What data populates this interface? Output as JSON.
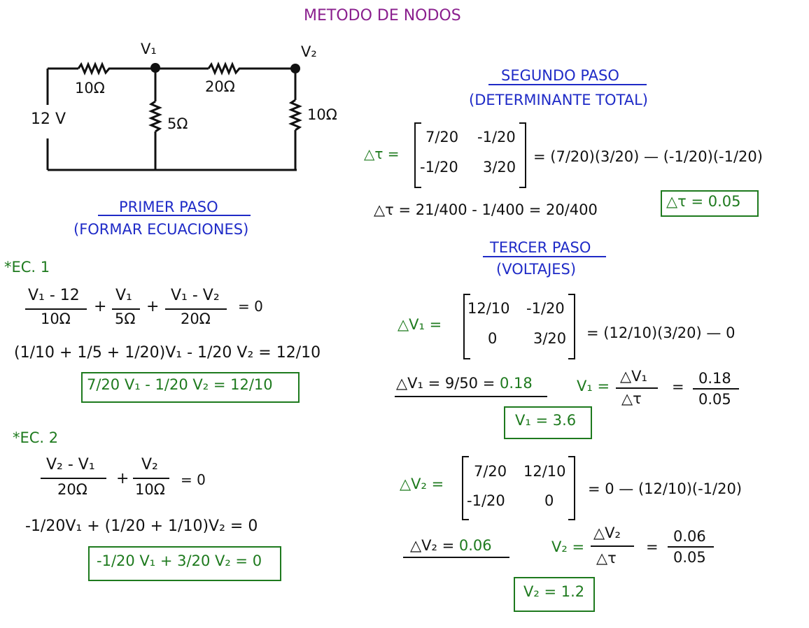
{
  "title": "METODO DE NODOS",
  "circuit": {
    "node1": "V₁",
    "node2": "V₂",
    "r1": "10Ω",
    "r2": "20Ω",
    "r3": "5Ω",
    "r4": "10Ω",
    "source": "12 V"
  },
  "paso1": {
    "title": "PRIMER PASO",
    "subtitle": "(FORMAR ECUACIONES)",
    "ec1": {
      "label": "*EC. 1",
      "frac1_num": "V₁ - 12",
      "frac1_den": "10Ω",
      "plus1": "+",
      "frac2_num": "V₁",
      "frac2_den": "5Ω",
      "plus2": "+",
      "frac3_num": "V₁ - V₂",
      "frac3_den": "20Ω",
      "eq_zero": "= 0",
      "expanded": "(1/10 + 1/5 + 1/20)V₁  -  1/20 V₂ = 12/10",
      "result": "7/20 V₁  - 1/20 V₂ = 12/10"
    },
    "ec2": {
      "label": "*EC. 2",
      "frac1_num": "V₂ - V₁",
      "frac1_den": "20Ω",
      "plus": "+",
      "frac2_num": "V₂",
      "frac2_den": "10Ω",
      "eq_zero": "= 0",
      "expanded": "-1/20V₁ + (1/20 + 1/10)V₂ = 0",
      "result": "-1/20 V₁ + 3/20 V₂ = 0"
    }
  },
  "paso2": {
    "title": "SEGUNDO PASO",
    "subtitle": "(DETERMINANTE TOTAL)",
    "delta_label": "△τ =",
    "matrix": [
      "7/20",
      "-1/20",
      "-1/20",
      "3/20"
    ],
    "expansion": "= (7/20)(3/20) — (-1/20)(-1/20)",
    "calc": "△τ =  21/400 - 1/400  =  20/400",
    "result": "△τ  = 0.05"
  },
  "paso3": {
    "title": "TERCER PASO",
    "subtitle": "(VOLTAJES)",
    "dv1": {
      "label": "△V₁  =",
      "matrix": [
        "12/10",
        "-1/20",
        "0",
        "3/20"
      ],
      "expansion": "=  (12/10)(3/20) — 0",
      "calc": "△V₁  = 9/50 = ",
      "calc_value": "0.18",
      "v_label": "V₁ =",
      "frac_num": "△V₁",
      "frac_den": "△τ",
      "eq": "=",
      "num_value": "0.18",
      "den_value": "0.05",
      "result": "V₁ =  3.6"
    },
    "dv2": {
      "label": "△V₂ =",
      "matrix": [
        "7/20",
        "12/10",
        "-1/20",
        "0"
      ],
      "expansion": "=    0 — (12/10)(-1/20)",
      "calc": "△V₂ = ",
      "calc_value": "0.06",
      "v_label": "V₂ =",
      "frac_num": "△V₂",
      "frac_den": "△τ",
      "eq": "=",
      "num_value": "0.06",
      "den_value": "0.05",
      "result": "V₂ = 1.2"
    }
  },
  "colors": {
    "title": "#8a1f8e",
    "headings": "#1f2bc7",
    "results": "#1e7a1e",
    "text": "#111111"
  }
}
